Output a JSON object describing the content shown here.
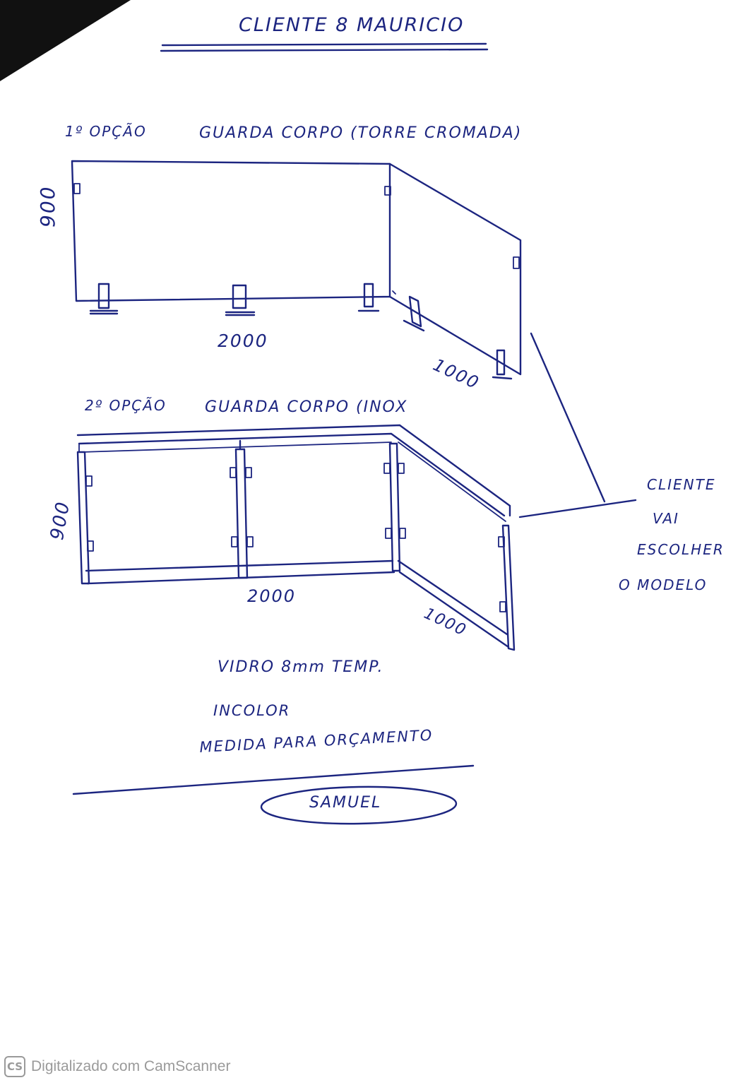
{
  "header": {
    "title": "CLIENTE 8 MAURICIO"
  },
  "option1": {
    "label": "1º OPÇÃO",
    "description": "GUARDA CORPO (TORRE CROMADA)",
    "dim_height": "900",
    "dim_width": "2000",
    "dim_side": "1000"
  },
  "option2": {
    "label": "2º OPÇÃO",
    "description": "GUARDA CORPO (INOX",
    "dim_height": "900",
    "dim_width": "2000",
    "dim_side": "1000"
  },
  "note": {
    "line1": "CLIENTE",
    "line2": "VAI",
    "line3": "ESCOLHER",
    "line4": "O MODELO"
  },
  "specs": {
    "glass": "VIDRO 8mm TEMP.",
    "color": "INCOLOR",
    "purpose": "MEDIDA PARA ORÇAMENTO"
  },
  "signature": {
    "name": "SAMUEL"
  },
  "watermark": {
    "logo": "CS",
    "text": "Digitalizado com CamScanner"
  },
  "colors": {
    "ink": "#1c2580",
    "paper": "#ffffff",
    "watermark": "#9a9a9a"
  }
}
